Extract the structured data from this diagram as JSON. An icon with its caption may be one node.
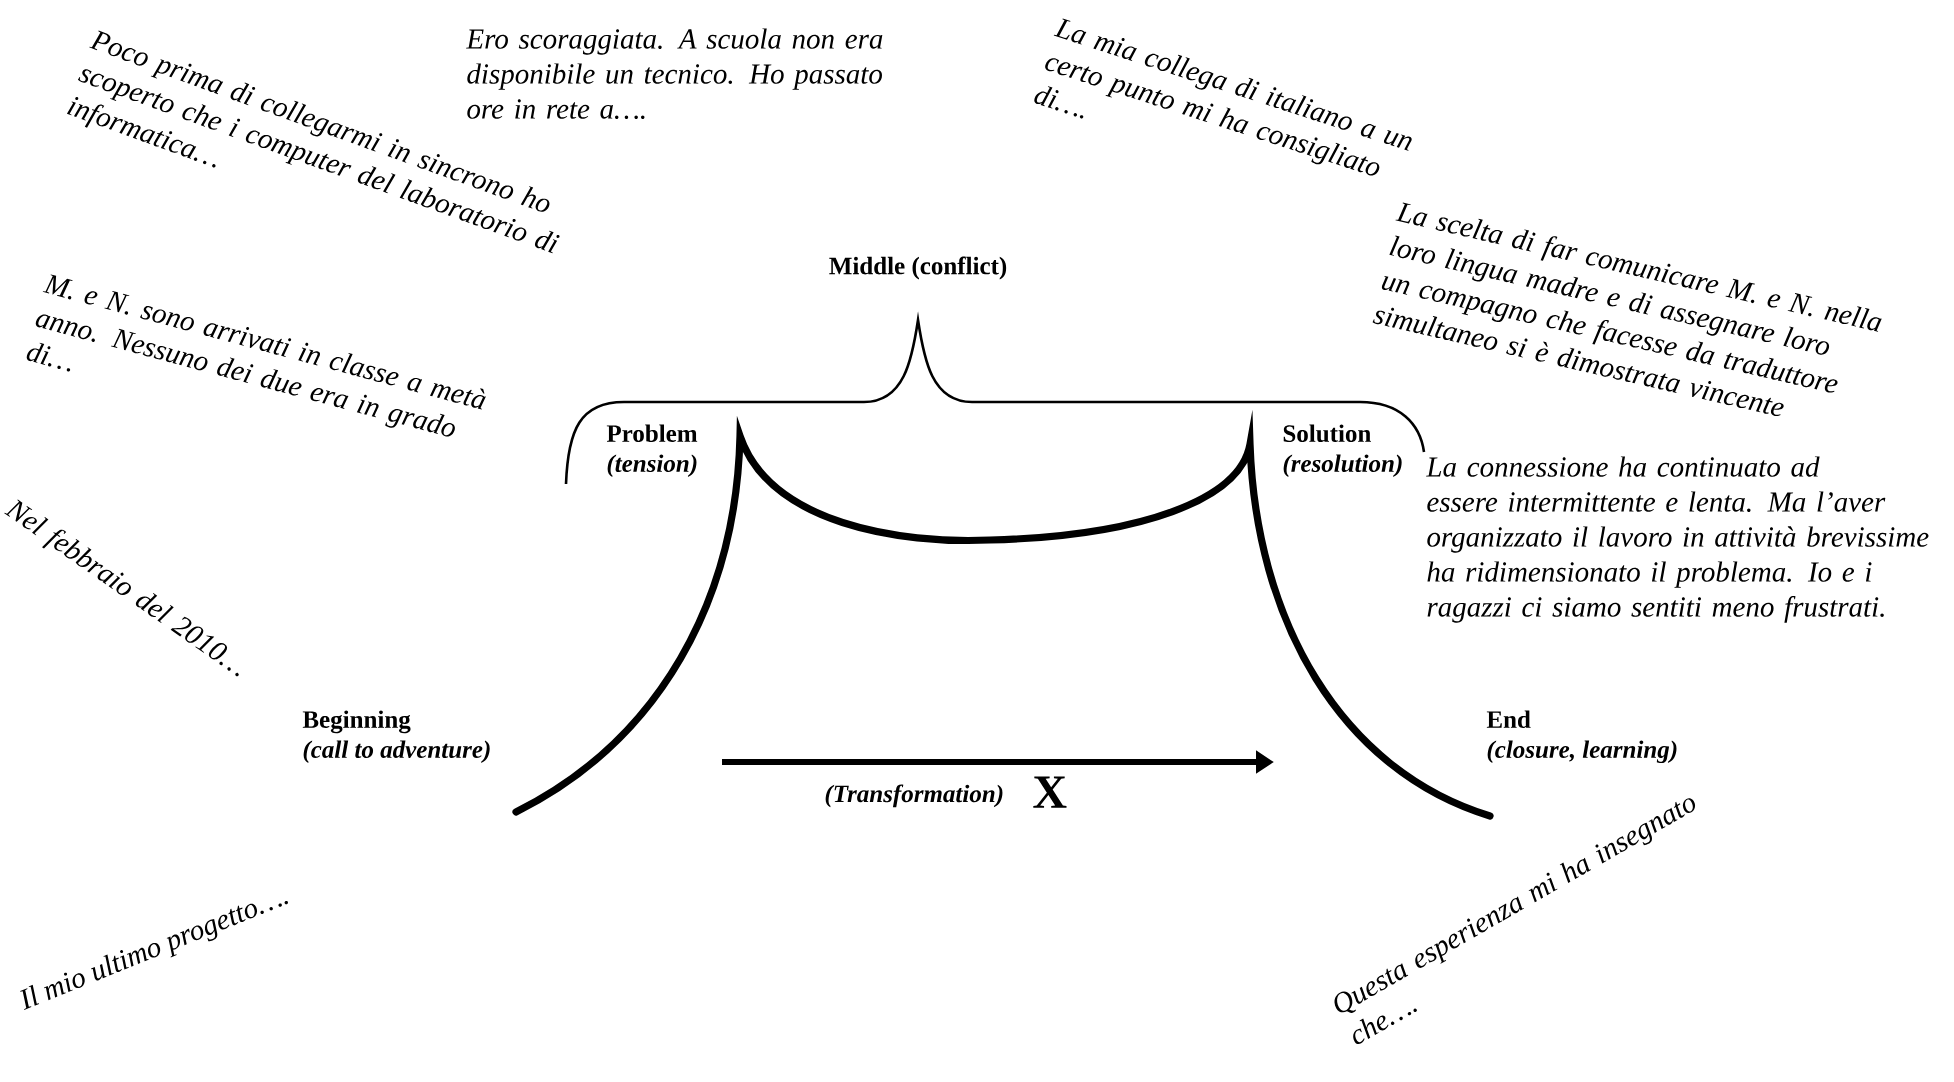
{
  "diagram": {
    "labels": [
      "Poco prima di collegarmi in sincrono ho scoperto che i computer del laboratorio di informatica…",
      "Ero scoraggiata. A scuola non era disponibile un tecnico. Ho passato ore in rete a….",
      "La mia collega di italiano a un certo punto mi ha consigliato di….",
      "La scelta di far comunicare M. e N. nella loro lingua madre e di assegnare loro un compagno che facesse da traduttore simultaneo si è dimostrata vincente",
      "M. e N. sono arrivati in classe a metà anno. Nessuno dei due era in grado di…",
      "Middle (conflict)",
      "Problem",
      "(tension)",
      "Solution",
      "(resolution)",
      "La connessione ha continuato ad essere intermittente e lenta. Ma l’aver organizzato il lavoro in attività brevissime ha ridimensionato il problema. Io e i ragazzi ci siamo sentiti meno frustrati.",
      "Nel febbraio del 2010…",
      "Beginning",
      "(call to adventure)",
      "(Transformation)",
      "X",
      "End",
      "(closure, learning)",
      "Il mio ultimo progetto….",
      "Questa esperienza mi ha insegnato che…."
    ]
  }
}
